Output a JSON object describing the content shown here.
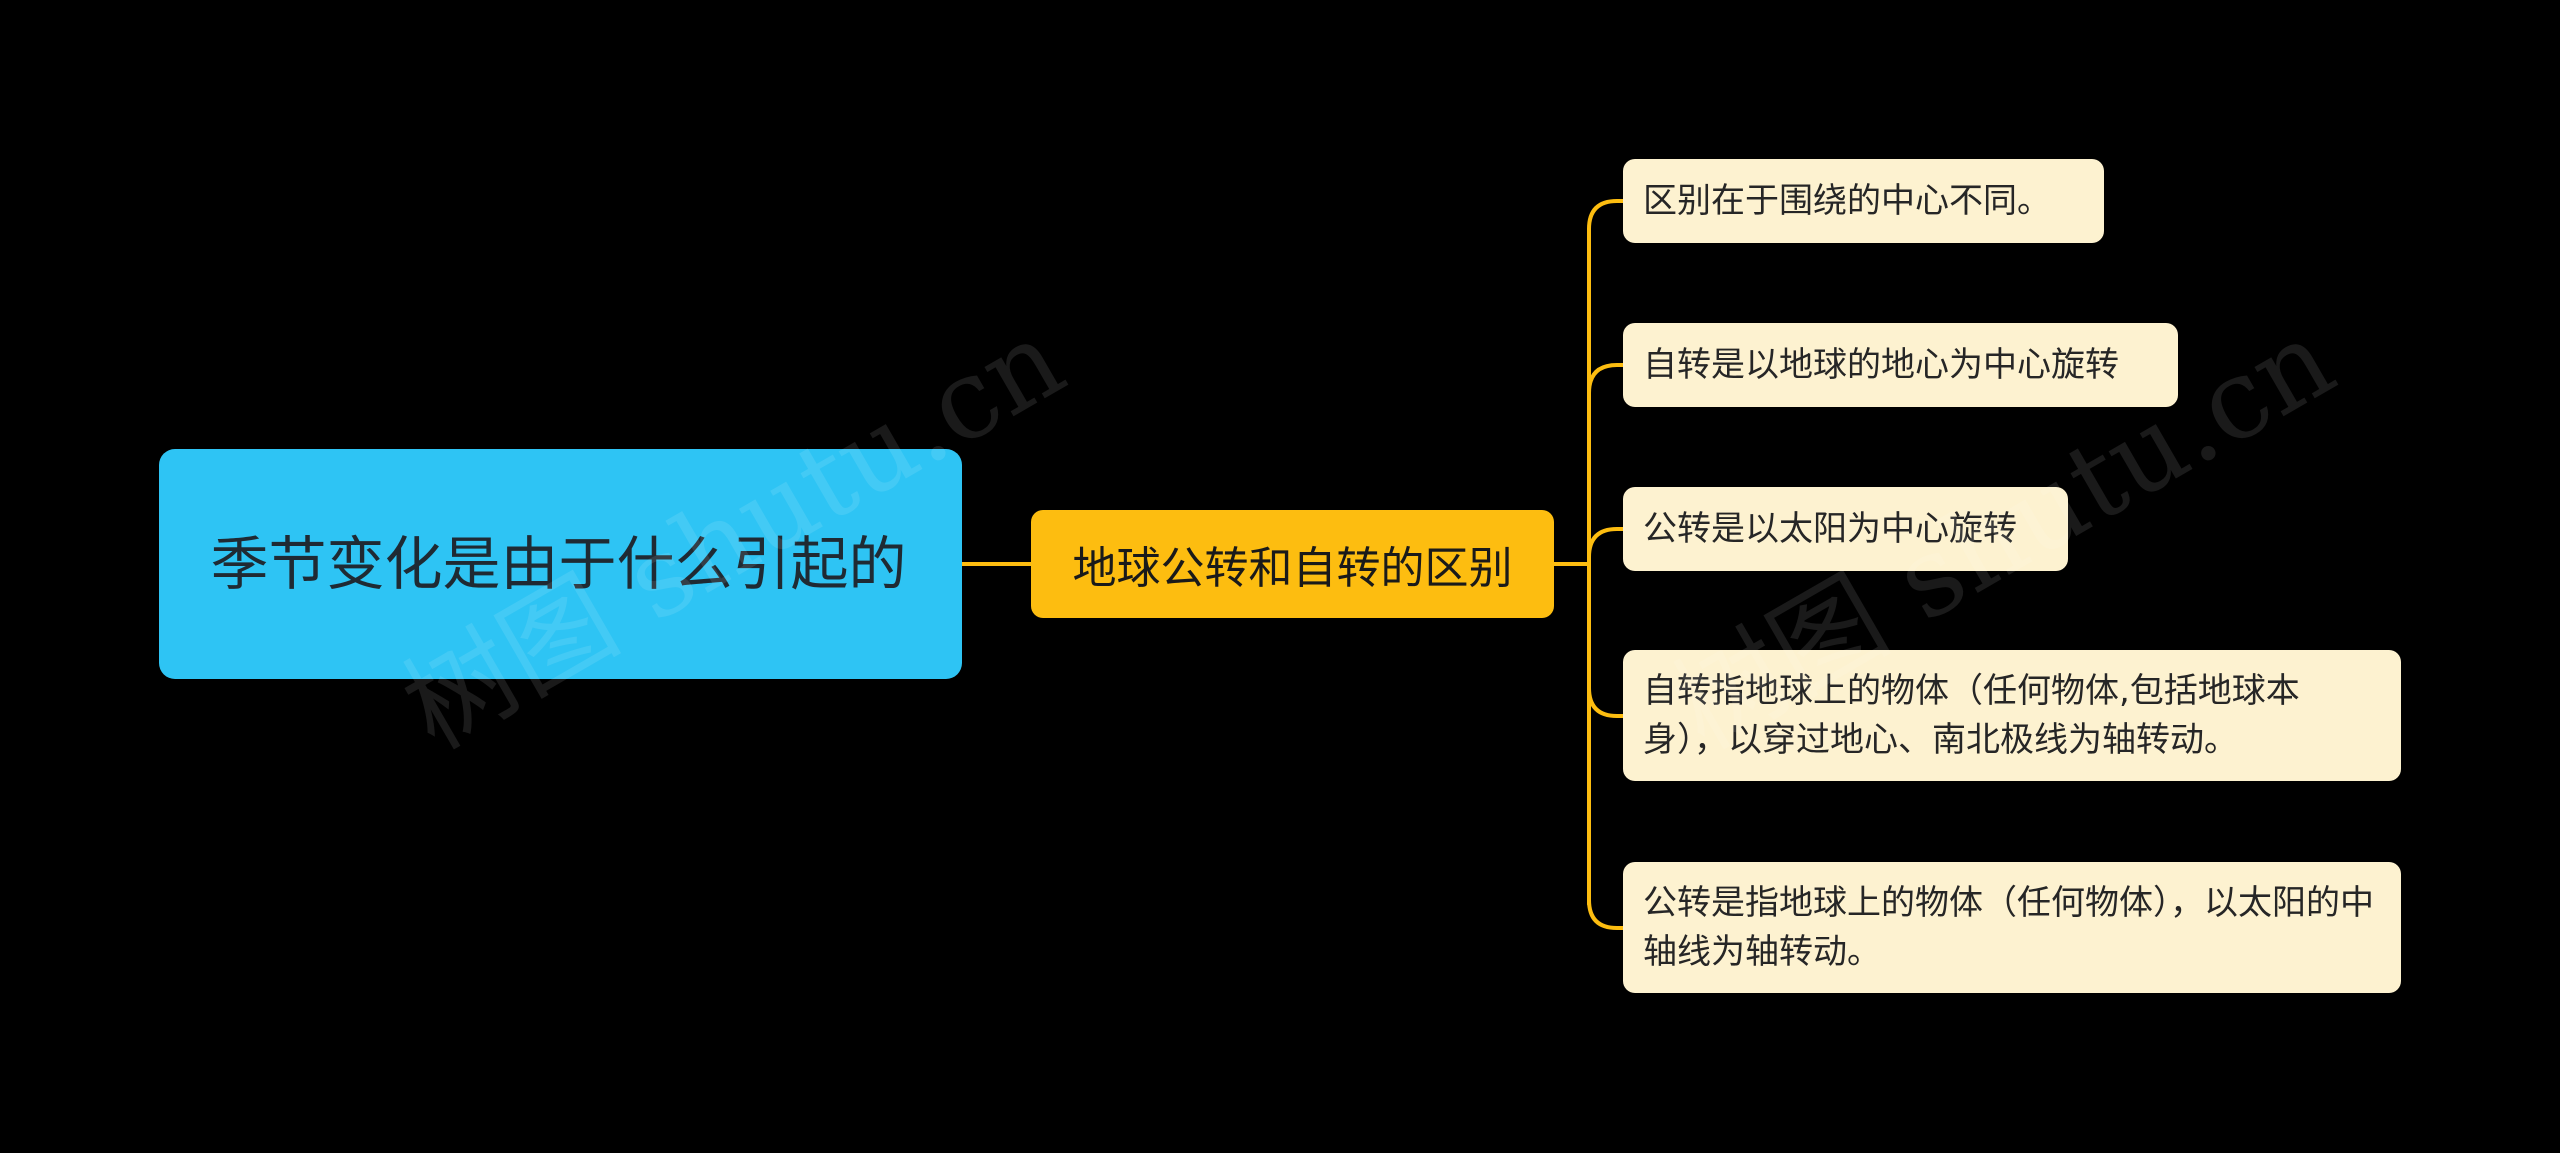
{
  "mindmap": {
    "root": {
      "text": "季节变化是由于什么引起的"
    },
    "branch": {
      "text": "地球公转和自转的区别"
    },
    "leaves": [
      {
        "text": "区别在于围绕的中心不同。"
      },
      {
        "text": "自转是以地球的地心为中心旋转"
      },
      {
        "text": "公转是以太阳为中心旋转"
      },
      {
        "text": "自转指地球上的物体（任何物体,包括地球本身），以穿过地心、南北极线为轴转动。"
      },
      {
        "text": "公转是指地球上的物体（任何物体），以太阳的中轴线为轴转动。"
      }
    ]
  },
  "watermark": {
    "text": "树图 shutu.cn"
  },
  "colors": {
    "background": "#000000",
    "root_fill": "#2ec4f4",
    "branch_fill": "#fdbd10",
    "leaf_fill": "#fdf2d0",
    "connector": "#fdbd10"
  }
}
